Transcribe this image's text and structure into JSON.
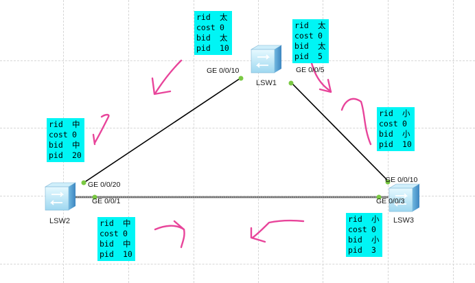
{
  "colors": {
    "info_bg": "#00f5f5",
    "arrow": "#e8449a",
    "port_dot": "#7ac943",
    "link": "#000000"
  },
  "nodes": [
    {
      "id": "lsw1",
      "label": "LSW1",
      "icon": "switch-icon"
    },
    {
      "id": "lsw2",
      "label": "LSW2",
      "icon": "switch-icon"
    },
    {
      "id": "lsw3",
      "label": "LSW3",
      "icon": "switch-icon"
    }
  ],
  "ports": {
    "lsw1_g10": "GE 0/0/10",
    "lsw1_g5": "GE 0/0/5",
    "lsw2_g20": "GE 0/0/20",
    "lsw2_g1": "GE 0/0/1",
    "lsw3_g10": "GE 0/0/10",
    "lsw3_g3": "GE 0/0/3"
  },
  "boxes": {
    "lsw1_left": [
      {
        "k": "rid",
        "v": "太"
      },
      {
        "k": "cost",
        "v": "0"
      },
      {
        "k": "bid",
        "v": "太"
      },
      {
        "k": "pid",
        "v": "10"
      }
    ],
    "lsw1_right": [
      {
        "k": "rid",
        "v": "太"
      },
      {
        "k": "cost",
        "v": "0"
      },
      {
        "k": "bid",
        "v": "太"
      },
      {
        "k": "pid",
        "v": "5"
      }
    ],
    "lsw2_top": [
      {
        "k": "rid",
        "v": "中"
      },
      {
        "k": "cost",
        "v": "0"
      },
      {
        "k": "bid",
        "v": "中"
      },
      {
        "k": "pid",
        "v": "20"
      }
    ],
    "lsw2_bottom": [
      {
        "k": "rid",
        "v": "中"
      },
      {
        "k": "cost",
        "v": "0"
      },
      {
        "k": "bid",
        "v": "中"
      },
      {
        "k": "pid",
        "v": "10"
      }
    ],
    "lsw3_top": [
      {
        "k": "rid",
        "v": "小"
      },
      {
        "k": "cost",
        "v": "0"
      },
      {
        "k": "bid",
        "v": "小"
      },
      {
        "k": "pid",
        "v": "10"
      }
    ],
    "lsw3_bottom": [
      {
        "k": "rid",
        "v": "小"
      },
      {
        "k": "cost",
        "v": "0"
      },
      {
        "k": "bid",
        "v": "小"
      },
      {
        "k": "pid",
        "v": "3"
      }
    ]
  }
}
